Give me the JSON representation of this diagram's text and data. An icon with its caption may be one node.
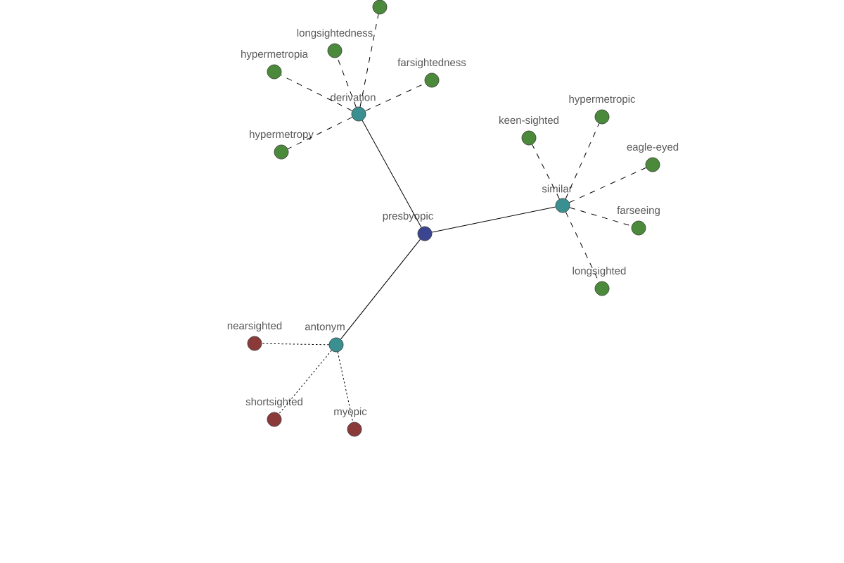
{
  "diagram": {
    "nodes": [
      {
        "text": [
          "presbyopic"
        ]
      },
      {
        "text": [
          "derivation"
        ]
      },
      {
        "text": [],
        "shape": "circle"
      },
      {
        "text": [
          "longsightedness"
        ]
      },
      {
        "text": [
          "hypermetropia"
        ]
      },
      {
        "text": [
          "farsightedness"
        ]
      },
      {
        "text": [
          "hypermetropy"
        ]
      },
      {
        "text": [
          "similar"
        ]
      },
      {
        "text": [
          "keen-sighted"
        ]
      },
      {
        "text": [
          "hypermetropic"
        ]
      },
      {
        "text": [
          "eagle-eyed"
        ]
      },
      {
        "text": [
          "farseeing"
        ]
      },
      {
        "text": [
          "longsighted"
        ]
      },
      {
        "text": [
          "antonym"
        ]
      },
      {
        "text": [
          "nearsighted"
        ]
      },
      {
        "text": [
          "shortsighted"
        ]
      },
      {
        "text": [
          "myopic"
        ]
      }
    ],
    "edges": [
      {
        "from": 0,
        "to": 1,
        "arrow": "none"
      },
      {
        "from": 0,
        "to": 7,
        "arrow": "none"
      },
      {
        "from": 0,
        "to": 13,
        "arrow": "none"
      },
      {
        "from": 1,
        "to": 2,
        "arrow": "none",
        "style": "dashed"
      },
      {
        "from": 1,
        "to": 3,
        "arrow": "none",
        "style": "dashed"
      },
      {
        "from": 1,
        "to": 4,
        "arrow": "none",
        "style": "dashed"
      },
      {
        "from": 1,
        "to": 5,
        "arrow": "none",
        "style": "dashed"
      },
      {
        "from": 1,
        "to": 6,
        "arrow": "none",
        "style": "dashed"
      },
      {
        "from": 7,
        "to": 8,
        "arrow": "none",
        "style": "dashed"
      },
      {
        "from": 7,
        "to": 9,
        "arrow": "none",
        "style": "dashed"
      },
      {
        "from": 7,
        "to": 10,
        "arrow": "none",
        "style": "dashed"
      },
      {
        "from": 7,
        "to": 11,
        "arrow": "none",
        "style": "dashed"
      },
      {
        "from": 7,
        "to": 12,
        "arrow": "none",
        "style": "dashed"
      },
      {
        "from": 13,
        "to": 14,
        "arrow": "none",
        "style": "dashed"
      },
      {
        "from": 13,
        "to": 15,
        "arrow": "none",
        "style": "dashed"
      },
      {
        "from": 13,
        "to": 16,
        "arrow": "none",
        "style": "dashed"
      }
    ]
  }
}
